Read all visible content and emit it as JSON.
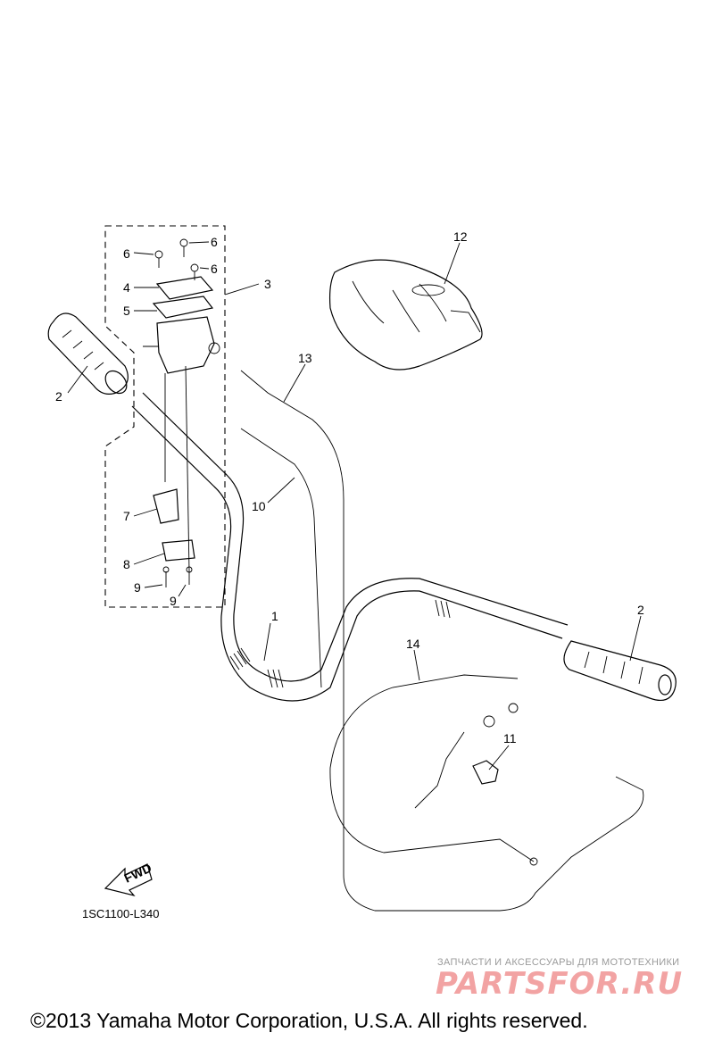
{
  "callouts": {
    "c1": "1",
    "c2a": "2",
    "c2b": "2",
    "c3": "3",
    "c4": "4",
    "c5": "5",
    "c6a": "6",
    "c6b": "6",
    "c6c": "6",
    "c7": "7",
    "c8": "8",
    "c9a": "9",
    "c9b": "9",
    "c10": "10",
    "c11": "11",
    "c12": "12",
    "c13": "13",
    "c14": "14"
  },
  "fwd_label": "FWD",
  "diagram_code": "1SC1100-L340",
  "watermark": {
    "tagline": "ЗАПЧАСТИ И АКСЕССУАРЫ ДЛЯ МОТОТЕХНИКИ",
    "logo": "PARTSFOR.RU"
  },
  "copyright": "©2013 Yamaha Motor Corporation, U.S.A. All rights reserved."
}
